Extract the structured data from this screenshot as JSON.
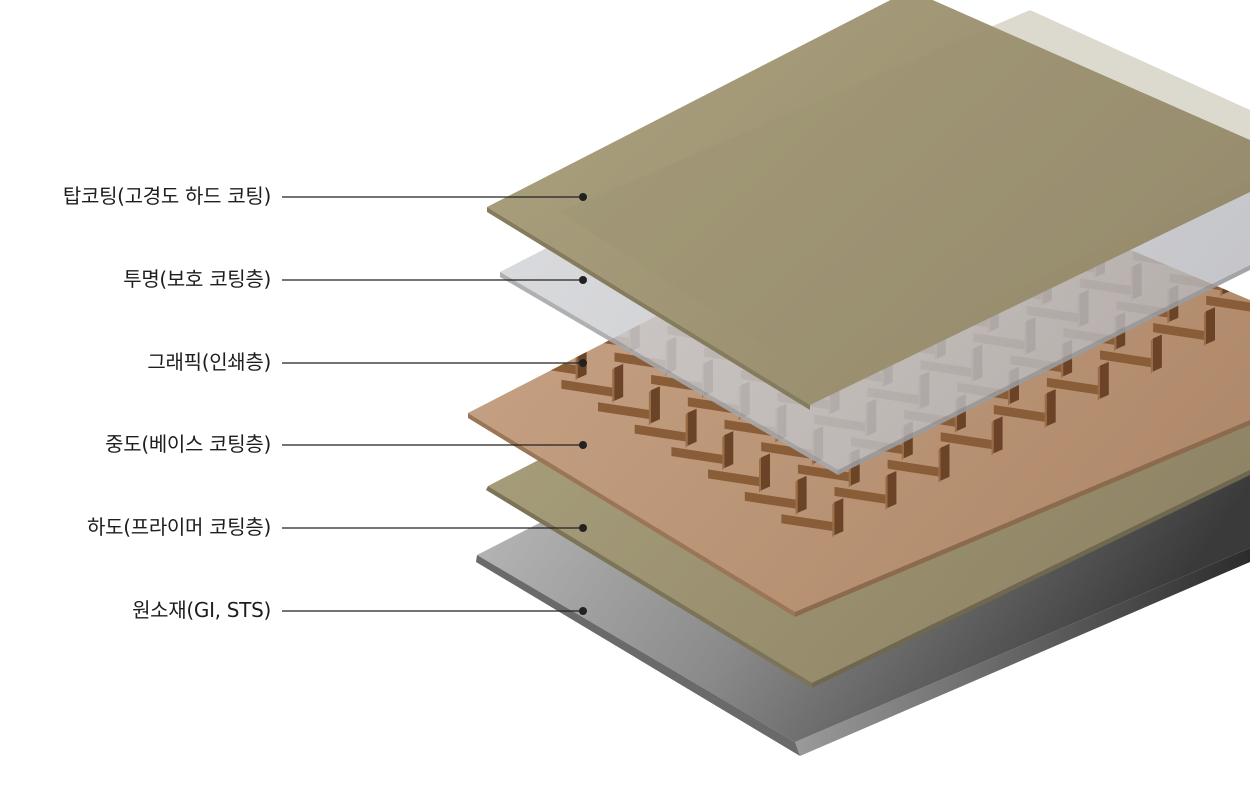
{
  "layers": [
    {
      "label": "탑코팅(고경도 하드 코팅)",
      "color": "#a89e7c"
    },
    {
      "label": "투명(보호 코팅층)",
      "color": "#c9cacd"
    },
    {
      "label": "그래픽(인쇄층)",
      "color": "#7b5232"
    },
    {
      "label": "중도(베이스 코팅층)",
      "color": "#c9a17f"
    },
    {
      "label": "하도(프라이머 코팅층)",
      "color": "#a89d78"
    },
    {
      "label": "원소재(GI, STS)",
      "color": "#7a7a7a"
    }
  ]
}
